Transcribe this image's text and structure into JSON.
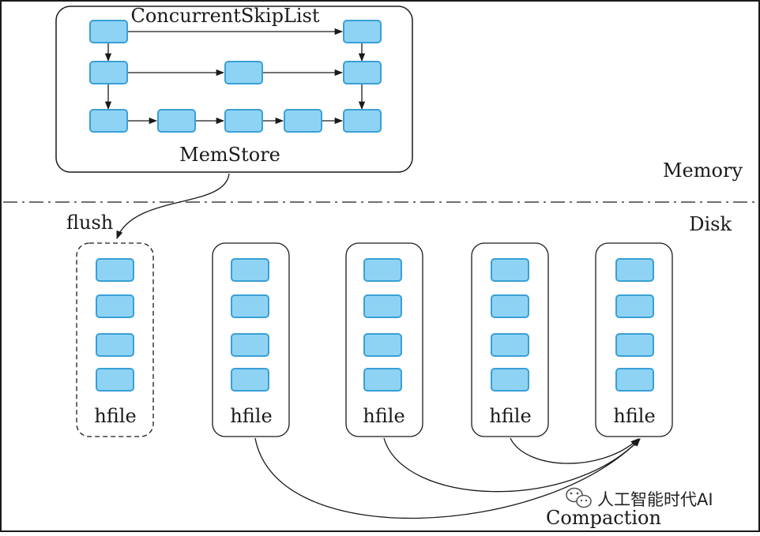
{
  "diagram": {
    "memstore": {
      "title": "ConcurrentSkipList",
      "label": "MemStore"
    },
    "regions": {
      "memory_label": "Memory",
      "disk_label": "Disk"
    },
    "flush_label": "flush",
    "hfiles": [
      {
        "label": "hfile",
        "style": "dashed"
      },
      {
        "label": "hfile",
        "style": "solid"
      },
      {
        "label": "hfile",
        "style": "solid"
      },
      {
        "label": "hfile",
        "style": "solid"
      },
      {
        "label": "hfile",
        "style": "solid"
      }
    ],
    "compaction_label": "Compaction",
    "watermark": {
      "icon": "wechat-icon",
      "text": "人工智能时代AI"
    },
    "colors": {
      "node_fill": "#8fd3f4",
      "node_stroke": "#3a9fd8",
      "line": "#1a1a1a"
    }
  }
}
